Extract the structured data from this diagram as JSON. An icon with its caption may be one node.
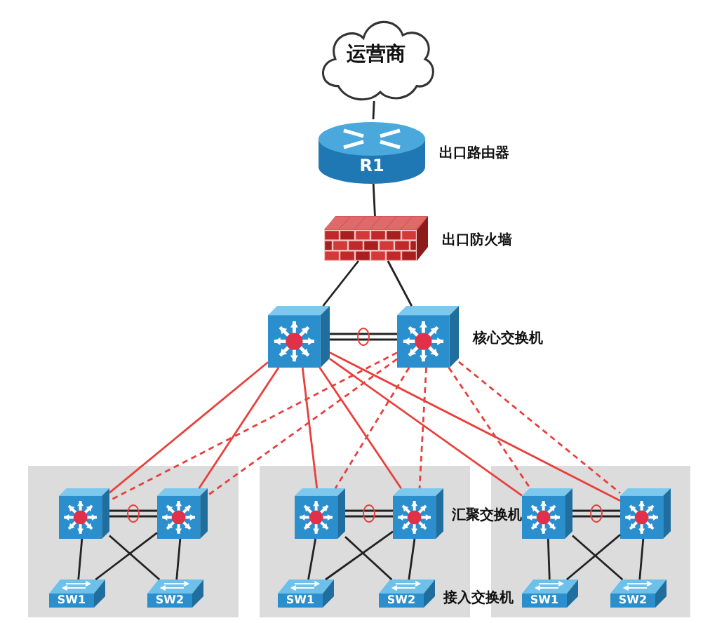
{
  "diagram": {
    "nodes": [
      {
        "text": [
          "运营商"
        ]
      },
      {
        "text": [
          "R1"
        ],
        "beside": [
          "出口路由器"
        ]
      },
      {
        "text": [],
        "shape": "picture",
        "beside": [
          "出口防火墙"
        ]
      },
      {
        "text": [],
        "shape": "picture"
      },
      {
        "text": [],
        "shape": "picture",
        "beside": [
          "核心交换机"
        ]
      },
      {
        "text": [],
        "shape": "box"
      },
      {
        "text": [],
        "shape": "picture",
        "in": 5
      },
      {
        "text": [],
        "shape": "picture",
        "in": 5
      },
      {
        "text": [
          "SW1"
        ],
        "in": 5
      },
      {
        "text": [
          "SW2"
        ],
        "in": 5
      },
      {
        "text": [],
        "shape": "box"
      },
      {
        "text": [],
        "shape": "picture",
        "in": 10
      },
      {
        "text": [],
        "shape": "picture",
        "in": 10,
        "beside": [
          "汇聚交换机"
        ]
      },
      {
        "text": [
          "SW1"
        ],
        "in": 10
      },
      {
        "text": [
          "SW2"
        ],
        "in": 10
      },
      {
        "text": [],
        "shape": "box"
      },
      {
        "text": [],
        "shape": "picture",
        "in": 15
      },
      {
        "text": [],
        "shape": "picture",
        "in": 15
      },
      {
        "text": [
          "SW1"
        ],
        "in": 15
      },
      {
        "text": [
          "SW2"
        ],
        "in": 15
      }
    ],
    "edges": [
      {
        "from": 0,
        "to": 1,
        "arrow": "none"
      },
      {
        "from": 1,
        "to": 2,
        "arrow": "none"
      },
      {
        "from": 2,
        "to": 3,
        "arrow": "none"
      },
      {
        "from": 2,
        "to": 4,
        "arrow": "none"
      },
      {
        "from": 3,
        "to": 4,
        "arrow": "none"
      },
      {
        "from": 3,
        "to": 6,
        "arrow": "none",
        "color": "#e8403c"
      },
      {
        "from": 3,
        "to": 7,
        "arrow": "none",
        "color": "#e8403c"
      },
      {
        "from": 3,
        "to": 11,
        "arrow": "none",
        "color": "#e8403c"
      },
      {
        "from": 3,
        "to": 12,
        "arrow": "none",
        "color": "#e8403c"
      },
      {
        "from": 3,
        "to": 16,
        "arrow": "none",
        "color": "#e8403c"
      },
      {
        "from": 3,
        "to": 17,
        "arrow": "none",
        "color": "#e8403c"
      },
      {
        "from": 4,
        "to": 6,
        "arrow": "none",
        "style": "dashed",
        "color": "#e8403c"
      },
      {
        "from": 4,
        "to": 7,
        "arrow": "none",
        "style": "dashed",
        "color": "#e8403c"
      },
      {
        "from": 4,
        "to": 11,
        "arrow": "none",
        "style": "dashed",
        "color": "#e8403c"
      },
      {
        "from": 4,
        "to": 12,
        "arrow": "none",
        "style": "dashed",
        "color": "#e8403c"
      },
      {
        "from": 4,
        "to": 16,
        "arrow": "none",
        "style": "dashed",
        "color": "#e8403c"
      },
      {
        "from": 4,
        "to": 17,
        "arrow": "none",
        "style": "dashed",
        "color": "#e8403c"
      },
      {
        "from": 6,
        "to": 7,
        "arrow": "none"
      },
      {
        "from": 6,
        "to": 8,
        "arrow": "none"
      },
      {
        "from": 6,
        "to": 9,
        "arrow": "none"
      },
      {
        "from": 7,
        "to": 8,
        "arrow": "none"
      },
      {
        "from": 7,
        "to": 9,
        "arrow": "none"
      },
      {
        "from": 11,
        "to": 12,
        "arrow": "none"
      },
      {
        "from": 11,
        "to": 13,
        "arrow": "none"
      },
      {
        "from": 11,
        "to": 14,
        "arrow": "none"
      },
      {
        "from": 12,
        "to": 13,
        "arrow": "none"
      },
      {
        "from": 12,
        "to": 14,
        "arrow": "none"
      },
      {
        "from": 16,
        "to": 17,
        "arrow": "none"
      },
      {
        "from": 16,
        "to": 18,
        "arrow": "none"
      },
      {
        "from": 16,
        "to": 19,
        "arrow": "none"
      },
      {
        "from": 17,
        "to": 18,
        "arrow": "none"
      },
      {
        "from": 17,
        "to": 19,
        "arrow": "none"
      }
    ],
    "labels": [
      "接入交换机"
    ]
  }
}
